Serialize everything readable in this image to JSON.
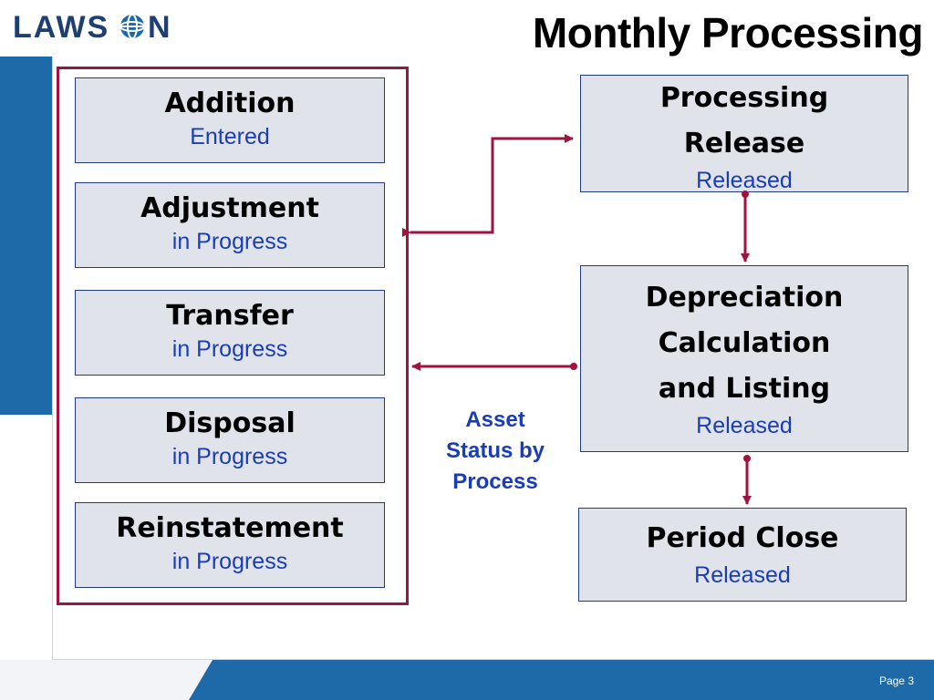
{
  "header": {
    "logo_text": "LAWSON",
    "title": "Monthly Processing"
  },
  "left_group": [
    {
      "name": "Addition",
      "status": "Entered"
    },
    {
      "name": "Adjustment",
      "status": "in Progress"
    },
    {
      "name": "Transfer",
      "status": "in Progress"
    },
    {
      "name": "Disposal",
      "status": "in Progress"
    },
    {
      "name": "Reinstatement",
      "status": "in Progress"
    }
  ],
  "right_flow": [
    {
      "name_lines": [
        "Processing",
        "Release"
      ],
      "status": "Released"
    },
    {
      "name_lines": [
        "Depreciation",
        "Calculation",
        "and Listing"
      ],
      "status": "Released"
    },
    {
      "name_lines": [
        "Period Close"
      ],
      "status": "Released"
    }
  ],
  "annotation": {
    "lines": [
      "Asset",
      "Status by",
      "Process"
    ]
  },
  "footer": {
    "page_label": "Page 3"
  },
  "colors": {
    "brand_blue": "#1e6aa8",
    "arrow": "#a0133e",
    "box_fill": "#e0e4ea",
    "box_border": "#1f3a8a",
    "status_text": "#1a3db5"
  }
}
